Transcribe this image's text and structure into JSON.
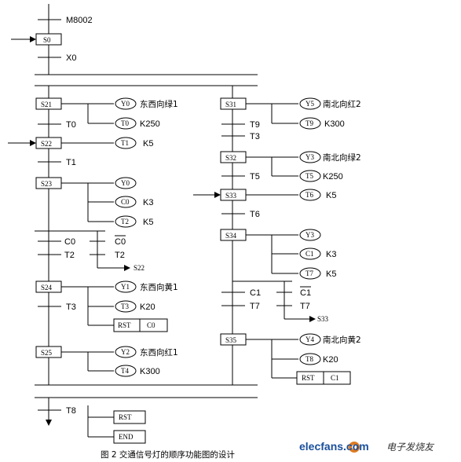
{
  "init": {
    "special": "M8002",
    "initial_step": "S0",
    "transition": "X0"
  },
  "left_branch": {
    "s21": {
      "step": "S21",
      "coil": "Y0",
      "coil_label": "东西向绿1",
      "timer": "T0",
      "timer_k": "K250",
      "transition": "T0"
    },
    "s22": {
      "step": "S22",
      "timer": "T1",
      "timer_k": "K5",
      "transition": "T1"
    },
    "s23": {
      "step": "S23",
      "coil": "Y0",
      "counter": "C0",
      "counter_k": "K3",
      "timer": "T2",
      "timer_k": "K5"
    },
    "loop": {
      "cond_a": "C0",
      "cond_b": "T2",
      "cond_not": "C0",
      "cond_not_b": "T2",
      "jump": "S22"
    },
    "s24": {
      "step": "S24",
      "coil": "Y1",
      "coil_label": "东西向黄1",
      "timer": "T3",
      "timer_k": "K20",
      "transition": "T3",
      "rst": "RST",
      "rst_target": "C0"
    },
    "s25": {
      "step": "S25",
      "coil": "Y2",
      "coil_label": "东西向红1",
      "timer": "T4",
      "timer_k": "K300"
    }
  },
  "right_branch": {
    "s31": {
      "step": "S31",
      "coil": "Y5",
      "coil_label": "南北向红2",
      "timer": "T9",
      "timer_k": "K300",
      "t1": "T9",
      "t2": "T3"
    },
    "s32": {
      "step": "S32",
      "coil": "Y3",
      "coil_label": "南北向绿2",
      "timer": "T5",
      "timer_k": "K250",
      "transition": "T5"
    },
    "s33": {
      "step": "S33",
      "timer": "T6",
      "timer_k": "K5",
      "transition": "T6"
    },
    "s34": {
      "step": "S34",
      "coil": "Y3",
      "counter": "C1",
      "counter_k": "K3",
      "timer": "T7",
      "timer_k": "K5"
    },
    "loop": {
      "cond_a": "C1",
      "cond_b": "T7",
      "cond_not": "C1",
      "cond_not_b": "T7",
      "jump": "S33"
    },
    "s35": {
      "step": "S35",
      "coil": "Y4",
      "coil_label": "南北向黄2",
      "timer": "T8",
      "timer_k": "K20",
      "rst": "RST",
      "rst_target": "C1"
    }
  },
  "end": {
    "transition": "T8",
    "rst": "RST",
    "end": "END"
  },
  "caption": "图 2  交通信号灯的顺序功能图的设计",
  "watermark": {
    "site": "elecfans.com",
    "cn": "电子发烧友"
  }
}
